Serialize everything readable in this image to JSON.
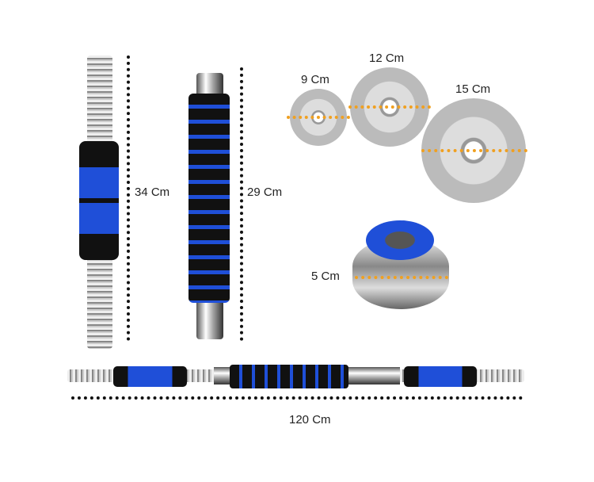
{
  "labels": {
    "handle_length": "34 Cm",
    "connector_length": "29 Cm",
    "plate_small": "9 Cm",
    "plate_medium": "12 Cm",
    "plate_large": "15 Cm",
    "collar": "5 Cm",
    "total_length": "120 Cm"
  },
  "colors": {
    "accent": "#1f4fd8",
    "measure_line": "#f0a020"
  }
}
